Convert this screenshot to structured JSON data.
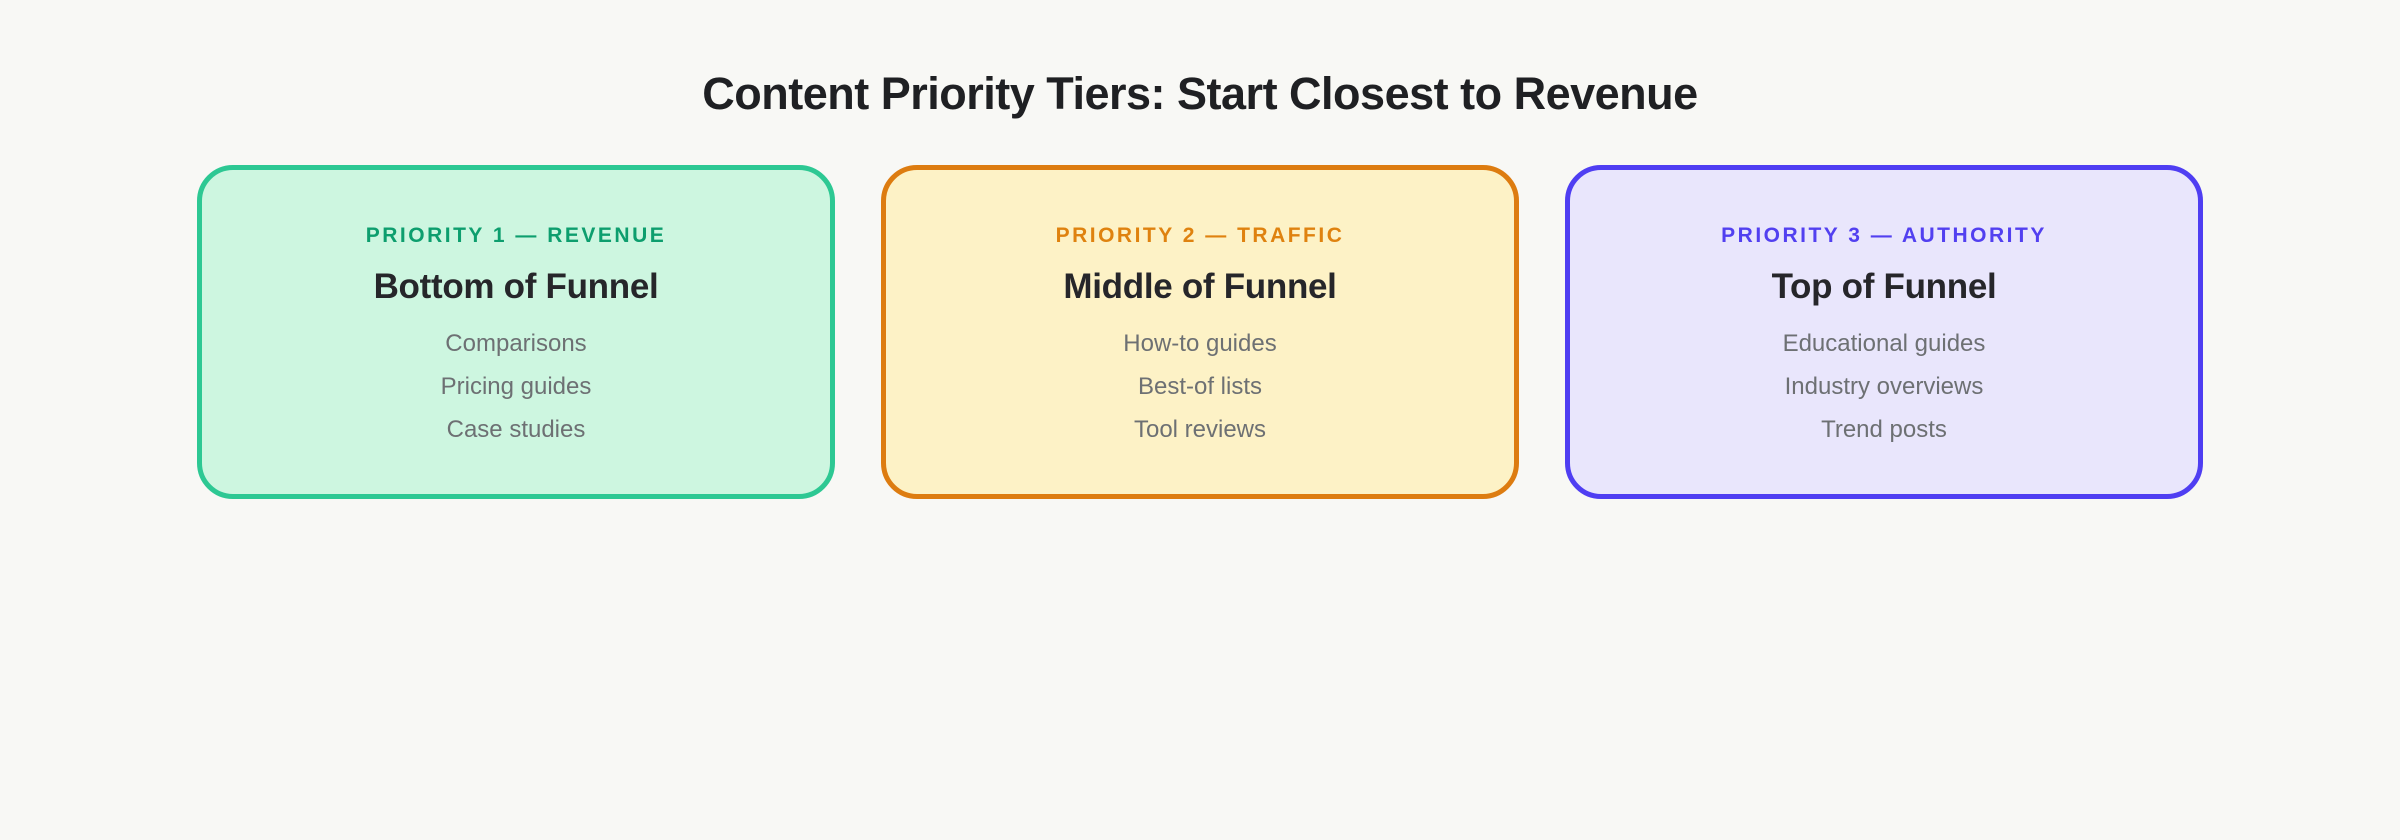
{
  "page": {
    "background": "#f8f8f5",
    "title": "Content Priority Tiers: Start Closest to Revenue"
  },
  "tiers": [
    {
      "label": "PRIORITY 1 — REVENUE",
      "heading": "Bottom of Funnel",
      "items": [
        "Comparisons",
        "Pricing guides",
        "Case studies"
      ],
      "bg": "#cdf6e0",
      "border": "#2dc893",
      "label_color": "#0d9e6e"
    },
    {
      "label": "PRIORITY 2 — TRAFFIC",
      "heading": "Middle of Funnel",
      "items": [
        "How-to guides",
        "Best-of lists",
        "Tool reviews"
      ],
      "bg": "#fdf2c6",
      "border": "#dd7c10",
      "label_color": "#df820f"
    },
    {
      "label": "PRIORITY 3 — AUTHORITY",
      "heading": "Top of Funnel",
      "items": [
        "Educational guides",
        "Industry overviews",
        "Trend posts"
      ],
      "bg": "#e9e6fc",
      "border": "#4f3ef2",
      "label_color": "#5240f0"
    }
  ]
}
